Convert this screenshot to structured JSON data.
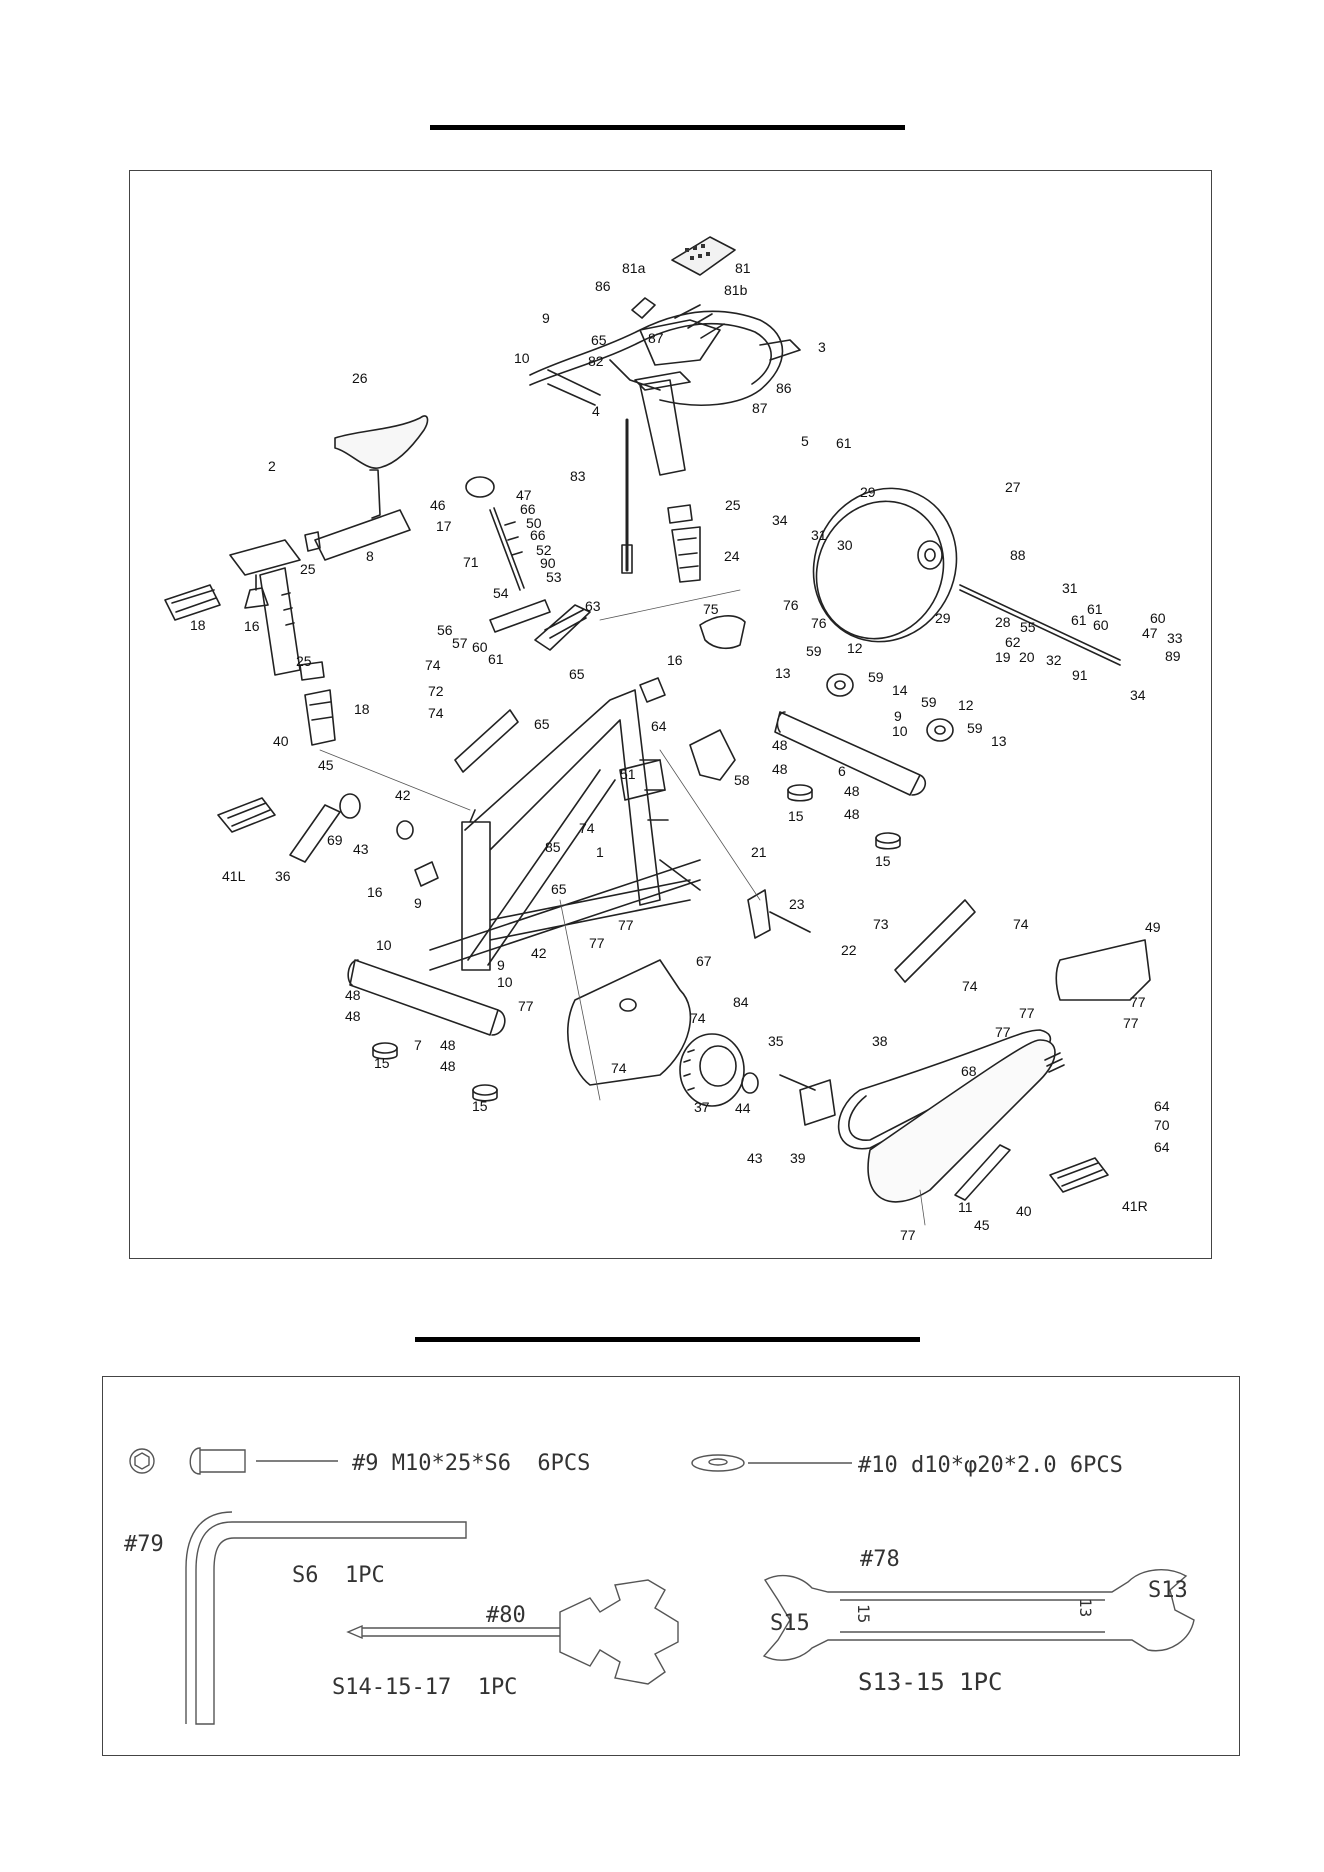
{
  "parts": [
    {
      "id": "81",
      "label": "81"
    },
    {
      "id": "81a",
      "label": "81a"
    },
    {
      "id": "81b",
      "label": "81b"
    },
    {
      "id": "86a",
      "label": "86"
    },
    {
      "id": "9a",
      "label": "9"
    },
    {
      "id": "87a",
      "label": "87"
    },
    {
      "id": "65a",
      "label": "65"
    },
    {
      "id": "3",
      "label": "3"
    },
    {
      "id": "10a",
      "label": "10"
    },
    {
      "id": "82",
      "label": "82"
    },
    {
      "id": "86b",
      "label": "86"
    },
    {
      "id": "4",
      "label": "4"
    },
    {
      "id": "87b",
      "label": "87"
    },
    {
      "id": "26",
      "label": "26"
    },
    {
      "id": "83",
      "label": "83"
    },
    {
      "id": "5",
      "label": "5"
    },
    {
      "id": "61a",
      "label": "61"
    },
    {
      "id": "2",
      "label": "2"
    },
    {
      "id": "27",
      "label": "27"
    },
    {
      "id": "47a",
      "label": "47"
    },
    {
      "id": "46",
      "label": "46"
    },
    {
      "id": "29a",
      "label": "29"
    },
    {
      "id": "25a",
      "label": "25"
    },
    {
      "id": "66a",
      "label": "66"
    },
    {
      "id": "34a",
      "label": "34"
    },
    {
      "id": "17",
      "label": "17"
    },
    {
      "id": "50",
      "label": "50"
    },
    {
      "id": "66b",
      "label": "66"
    },
    {
      "id": "31a",
      "label": "31"
    },
    {
      "id": "30",
      "label": "30"
    },
    {
      "id": "8",
      "label": "8"
    },
    {
      "id": "52",
      "label": "52"
    },
    {
      "id": "71",
      "label": "71"
    },
    {
      "id": "24",
      "label": "24"
    },
    {
      "id": "25b",
      "label": "25"
    },
    {
      "id": "90",
      "label": "90"
    },
    {
      "id": "88",
      "label": "88"
    },
    {
      "id": "53",
      "label": "53"
    },
    {
      "id": "54",
      "label": "54"
    },
    {
      "id": "31b",
      "label": "31"
    },
    {
      "id": "18a",
      "label": "18"
    },
    {
      "id": "16a",
      "label": "16"
    },
    {
      "id": "76a",
      "label": "76"
    },
    {
      "id": "61b",
      "label": "61"
    },
    {
      "id": "60a",
      "label": "60"
    },
    {
      "id": "63",
      "label": "63"
    },
    {
      "id": "29b",
      "label": "29"
    },
    {
      "id": "76b",
      "label": "76"
    },
    {
      "id": "28",
      "label": "28"
    },
    {
      "id": "55",
      "label": "55"
    },
    {
      "id": "47b",
      "label": "47"
    },
    {
      "id": "75",
      "label": "75"
    },
    {
      "id": "56",
      "label": "56"
    },
    {
      "id": "61c",
      "label": "61"
    },
    {
      "id": "60b",
      "label": "60"
    },
    {
      "id": "33",
      "label": "33"
    },
    {
      "id": "57",
      "label": "57"
    },
    {
      "id": "60c",
      "label": "60"
    },
    {
      "id": "62",
      "label": "62"
    },
    {
      "id": "12a",
      "label": "12"
    },
    {
      "id": "61d",
      "label": "61"
    },
    {
      "id": "59a",
      "label": "59"
    },
    {
      "id": "19",
      "label": "19"
    },
    {
      "id": "20",
      "label": "20"
    },
    {
      "id": "32",
      "label": "32"
    },
    {
      "id": "89",
      "label": "89"
    },
    {
      "id": "25c",
      "label": "25"
    },
    {
      "id": "16b",
      "label": "16"
    },
    {
      "id": "74a",
      "label": "74"
    },
    {
      "id": "59b",
      "label": "59"
    },
    {
      "id": "13a",
      "label": "13"
    },
    {
      "id": "91",
      "label": "91"
    },
    {
      "id": "65b",
      "label": "65"
    },
    {
      "id": "34b",
      "label": "34"
    },
    {
      "id": "72",
      "label": "72"
    },
    {
      "id": "14",
      "label": "14"
    },
    {
      "id": "18b",
      "label": "18"
    },
    {
      "id": "74b",
      "label": "74"
    },
    {
      "id": "59c",
      "label": "59"
    },
    {
      "id": "12b",
      "label": "12"
    },
    {
      "id": "65c",
      "label": "65"
    },
    {
      "id": "64a",
      "label": "64"
    },
    {
      "id": "9b",
      "label": "9"
    },
    {
      "id": "40a",
      "label": "40"
    },
    {
      "id": "10b",
      "label": "10"
    },
    {
      "id": "59d",
      "label": "59"
    },
    {
      "id": "13b",
      "label": "13"
    },
    {
      "id": "45a",
      "label": "45"
    },
    {
      "id": "48a",
      "label": "48"
    },
    {
      "id": "51",
      "label": "51"
    },
    {
      "id": "6",
      "label": "6"
    },
    {
      "id": "48b",
      "label": "48"
    },
    {
      "id": "58",
      "label": "58"
    },
    {
      "id": "42a",
      "label": "42"
    },
    {
      "id": "48c",
      "label": "48"
    },
    {
      "id": "15a",
      "label": "15"
    },
    {
      "id": "48d",
      "label": "48"
    },
    {
      "id": "69",
      "label": "69"
    },
    {
      "id": "43a",
      "label": "43"
    },
    {
      "id": "74c",
      "label": "74"
    },
    {
      "id": "41L",
      "label": "41L"
    },
    {
      "id": "36",
      "label": "36"
    },
    {
      "id": "85",
      "label": "85"
    },
    {
      "id": "1",
      "label": "1"
    },
    {
      "id": "15b",
      "label": "15"
    },
    {
      "id": "21",
      "label": "21"
    },
    {
      "id": "16c",
      "label": "16"
    },
    {
      "id": "65d",
      "label": "65"
    },
    {
      "id": "9c",
      "label": "9"
    },
    {
      "id": "23",
      "label": "23"
    },
    {
      "id": "73",
      "label": "73"
    },
    {
      "id": "74d",
      "label": "74"
    },
    {
      "id": "77a",
      "label": "77"
    },
    {
      "id": "49",
      "label": "49"
    },
    {
      "id": "77b",
      "label": "77"
    },
    {
      "id": "10c",
      "label": "10"
    },
    {
      "id": "42b",
      "label": "42"
    },
    {
      "id": "22",
      "label": "22"
    },
    {
      "id": "67",
      "label": "67"
    },
    {
      "id": "9d",
      "label": "9"
    },
    {
      "id": "10d",
      "label": "10"
    },
    {
      "id": "74e",
      "label": "74"
    },
    {
      "id": "77c",
      "label": "77"
    },
    {
      "id": "48e",
      "label": "48"
    },
    {
      "id": "84",
      "label": "84"
    },
    {
      "id": "74f",
      "label": "74"
    },
    {
      "id": "77d",
      "label": "77"
    },
    {
      "id": "48f",
      "label": "48"
    },
    {
      "id": "77e",
      "label": "77"
    },
    {
      "id": "77f",
      "label": "77"
    },
    {
      "id": "77g",
      "label": "77"
    },
    {
      "id": "7",
      "label": "7"
    },
    {
      "id": "48g",
      "label": "48"
    },
    {
      "id": "35",
      "label": "35"
    },
    {
      "id": "38",
      "label": "38"
    },
    {
      "id": "48h",
      "label": "48"
    },
    {
      "id": "15c",
      "label": "15"
    },
    {
      "id": "74g",
      "label": "74"
    },
    {
      "id": "68",
      "label": "68"
    },
    {
      "id": "64b",
      "label": "64"
    },
    {
      "id": "15d",
      "label": "15"
    },
    {
      "id": "37",
      "label": "37"
    },
    {
      "id": "44",
      "label": "44"
    },
    {
      "id": "70",
      "label": "70"
    },
    {
      "id": "43b",
      "label": "43"
    },
    {
      "id": "39",
      "label": "39"
    },
    {
      "id": "64c",
      "label": "64"
    },
    {
      "id": "41R",
      "label": "41R"
    },
    {
      "id": "11",
      "label": "11"
    },
    {
      "id": "40b",
      "label": "40"
    },
    {
      "id": "45b",
      "label": "45"
    },
    {
      "id": "77h",
      "label": "77"
    }
  ],
  "hardware": {
    "bolt": "#9 M10*25*S6  6PCS",
    "washer": "#10 d10*φ20*2.0 6PCS",
    "allen_id": "#79",
    "allen_size": "S6  1PC",
    "tool_id": "#80",
    "tool_size": "S14-15-17  1PC",
    "wrench_id": "#78",
    "wrench_left": "S15",
    "wrench_right": "S13",
    "wrench_mark_left": "15",
    "wrench_mark_right": "13",
    "wrench_size": "S13-15 1PC"
  }
}
